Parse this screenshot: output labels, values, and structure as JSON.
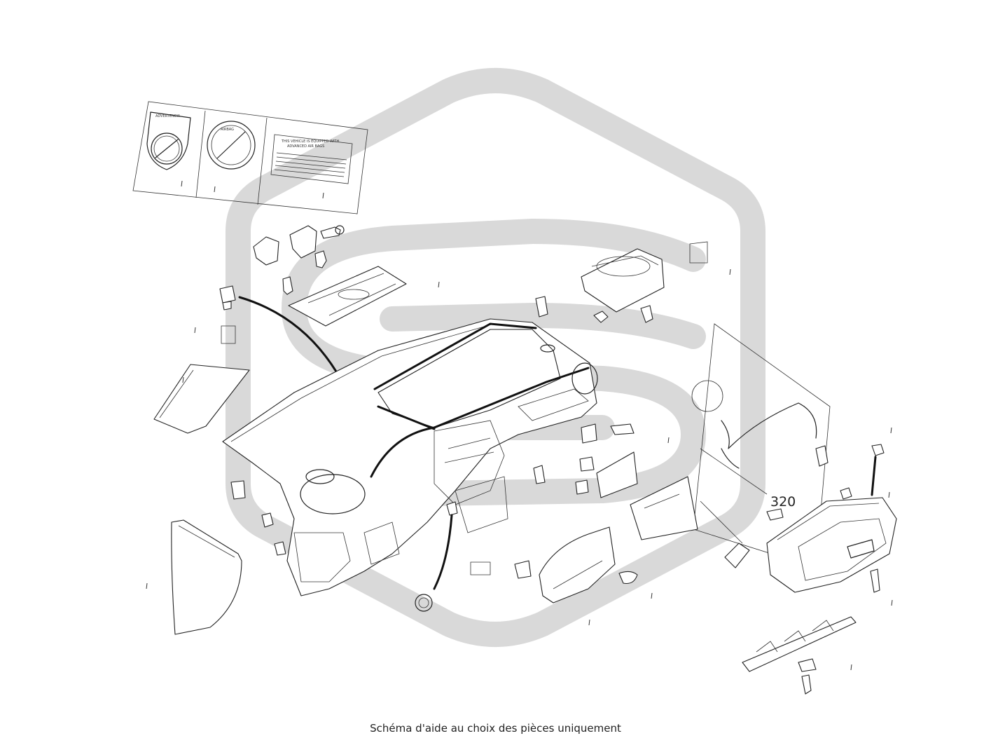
{
  "caption": "Schéma d'aide au choix des pièces uniquement",
  "callout_label": "320",
  "label_sheet": {
    "panel1_title": "ADVERTENCIA",
    "panel2_title": "AIRBAG",
    "panel3_line1": "THIS VEHICLE IS EQUIPPED WITH",
    "panel3_line2": "ADVANCED AIR BAGS"
  },
  "colors": {
    "watermark": "#d9d9d9",
    "line": "#222222",
    "background": "#ffffff"
  }
}
